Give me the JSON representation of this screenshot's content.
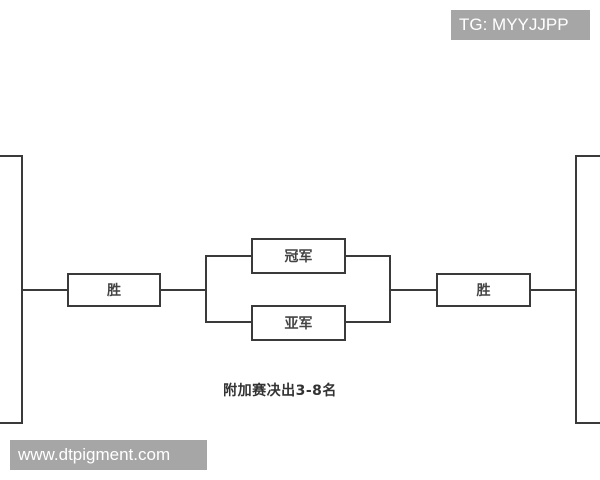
{
  "watermarks": {
    "top_right": "TG: MYYJJPP",
    "bottom_left": "www.dtpigment.com"
  },
  "diagram": {
    "left_winner_box": "胜",
    "right_winner_box": "胜",
    "champion_box": "冠军",
    "runner_up_box": "亚军",
    "caption": "附加赛决出3-8名"
  },
  "colors": {
    "line": "#3a3a3a",
    "watermark_bg": "#a6a6a6",
    "watermark_text": "#ffffff",
    "background": "#ffffff"
  }
}
